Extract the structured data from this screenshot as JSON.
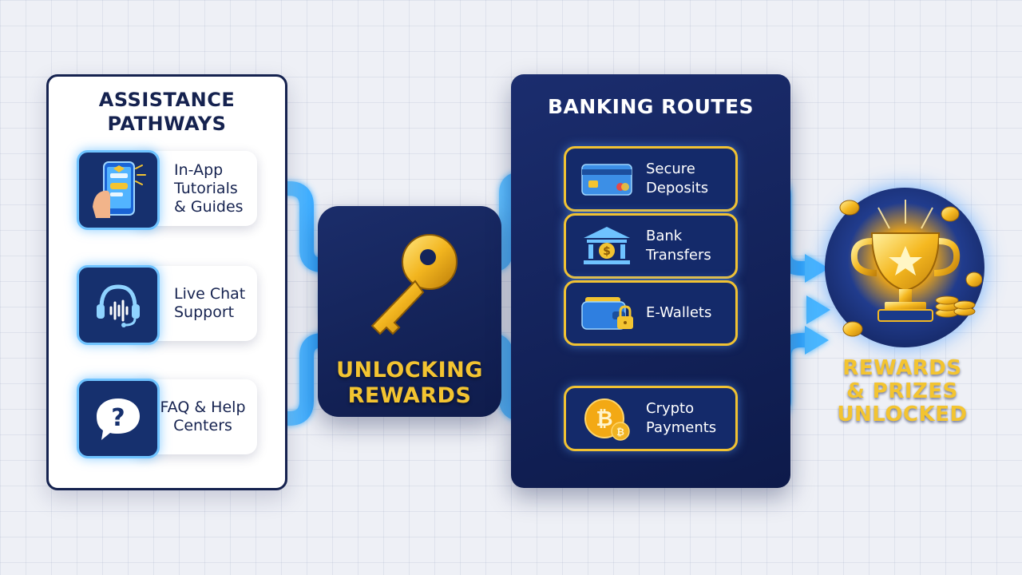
{
  "assistance": {
    "title_line1": "ASSISTANCE",
    "title_line2": "PATHWAYS",
    "items": [
      {
        "line1": "In-App",
        "line2": "Tutorials",
        "line3": "& Guides",
        "icon": "smartphone-tutorial-icon"
      },
      {
        "line1": "Live Chat",
        "line2": "Support",
        "icon": "headset-chat-icon"
      },
      {
        "line1": "FAQ & Help",
        "line2": "Centers",
        "icon": "question-bubble-icon"
      }
    ]
  },
  "hub": {
    "line1": "UNLOCKING",
    "line2": "REWARDS",
    "icon": "golden-key-icon"
  },
  "banking": {
    "title": "BANKING ROUTES",
    "routes": [
      {
        "line1": "Secure",
        "line2": "Deposits",
        "icon": "credit-card-icon"
      },
      {
        "line1": "Bank",
        "line2": "Transfers",
        "icon": "bank-building-icon"
      },
      {
        "line1": "E-Wallets",
        "line2": "",
        "icon": "wallet-lock-icon"
      },
      {
        "line1": "Crypto",
        "line2": "Payments",
        "icon": "bitcoin-coin-icon"
      }
    ]
  },
  "outcome": {
    "line1": "REWARDS",
    "line2": "& PRIZES",
    "line3": "UNLOCKED",
    "icon": "trophy-icon"
  },
  "colors": {
    "navy": "#15224f",
    "panel_navy": "#1b2d6e",
    "gold": "#f3c431",
    "arrow_blue": "#49b6ff",
    "background": "#eef0f6"
  }
}
